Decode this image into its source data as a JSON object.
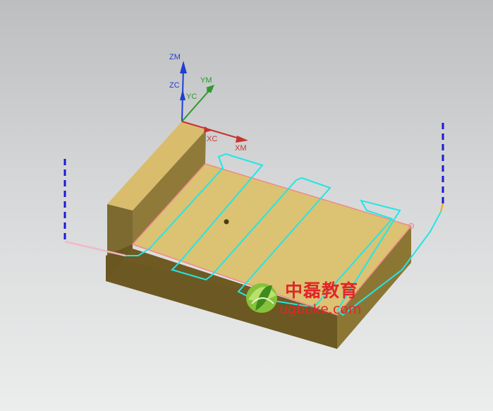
{
  "viewport": {
    "background_top": "#bcbebf",
    "background_bottom": "#eceded"
  },
  "axes": {
    "zm_label": "ZM",
    "zc_label": "ZC",
    "yc_label": "YC",
    "ym_label": "YM",
    "xc_label": "XC",
    "xm_label": "XM",
    "z_color": "#1f3fd0",
    "y_color": "#2e9a2e",
    "x_color": "#c83232"
  },
  "part": {
    "top_color": "#dcc273",
    "side_color": "#8c7634",
    "front_color": "#6e5a22",
    "boundary_color": "#f08a8a"
  },
  "toolpath": {
    "cut_color": "#21e6e6",
    "approach_color": "#1a1ad0",
    "engage_color": "#f2b8c8",
    "retract_color": "#f0b020"
  },
  "watermark": {
    "company": "中磊教育",
    "website": "ugboke.com",
    "color": "#e0262a"
  }
}
